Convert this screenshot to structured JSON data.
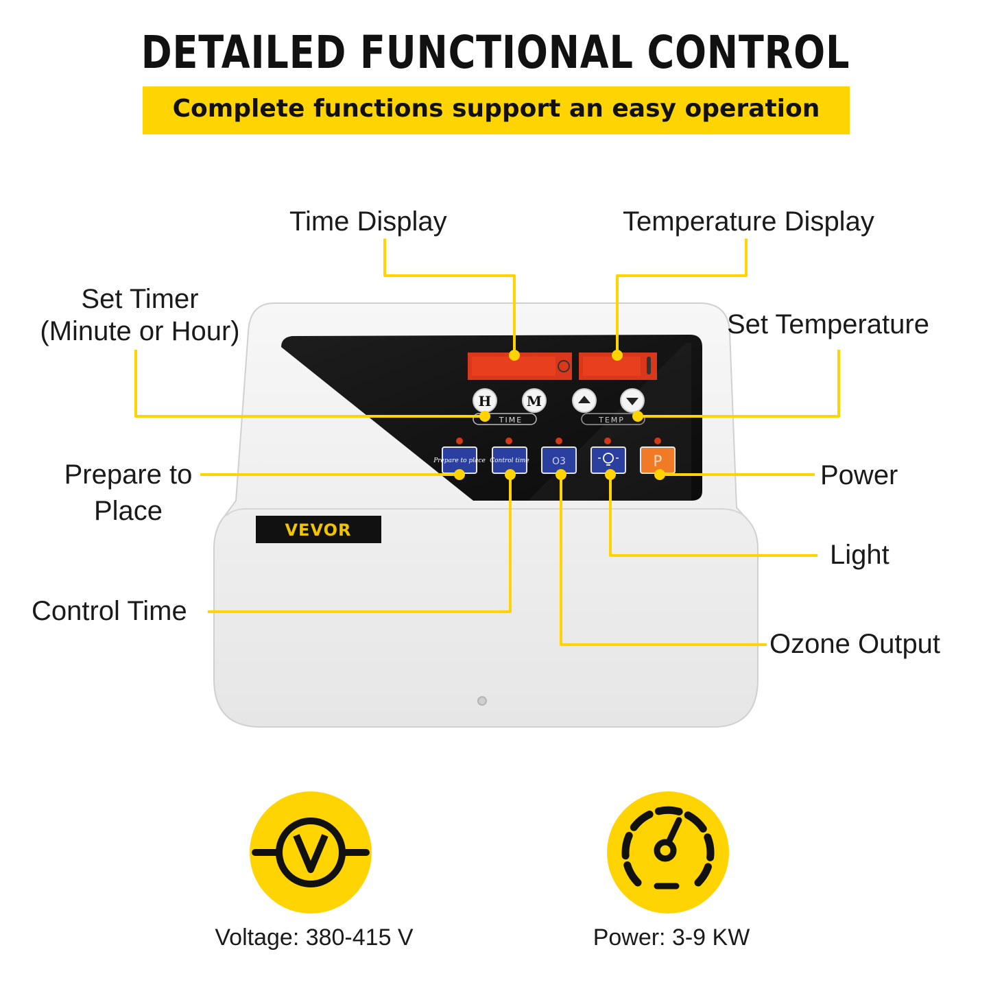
{
  "header": {
    "title": "DETAILED FUNCTIONAL CONTROL",
    "subtitle": "Complete functions support an easy operation"
  },
  "callouts": {
    "time_display": "Time Display",
    "temperature_display": "Temperature Display",
    "set_timer_line1": "Set Timer",
    "set_timer_line2": "(Minute or Hour)",
    "set_temperature": "Set Temperature",
    "prepare_line1": "Prepare to",
    "prepare_line2": "Place",
    "power": "Power",
    "light": "Light",
    "control_time": "Control Time",
    "ozone_output": "Ozone Output"
  },
  "device": {
    "brand": "VEVOR",
    "time_group_label": "TIME",
    "temp_group_label": "TEMP",
    "hour_key": "H",
    "minute_key": "M",
    "prepare_key": "Prepare to place",
    "control_key": "Control time",
    "power_key": "P",
    "ozone_key": "O3"
  },
  "specs": {
    "voltage": "Voltage: 380-415 V",
    "power": "Power: 3-9 KW"
  },
  "colors": {
    "accent_yellow": "#ffd400",
    "panel_black": "#111111",
    "led_red": "#e8401e",
    "button_blue": "#2b3fa0",
    "button_orange": "#f07a26",
    "body_white": "#f2f2f2"
  },
  "icons": {
    "voltage": "voltage-circle-icon",
    "power": "speedometer-icon"
  }
}
